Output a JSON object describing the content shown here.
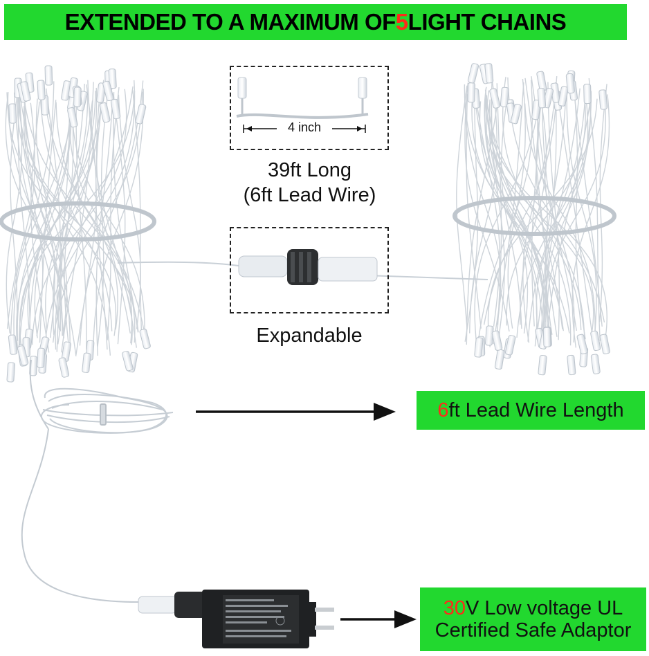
{
  "banner": {
    "text_before": "EXTENDED TO A MAXIMUM OF ",
    "highlight": "5",
    "text_after": " LIGHT CHAINS"
  },
  "spacing_box": {
    "measure_label": "4 inch"
  },
  "length_caption": {
    "line1": "39ft Long",
    "line2": "(6ft Lead Wire)"
  },
  "connector_caption": "Expandable",
  "lead_wire_callout": {
    "highlight": "6",
    "text": "ft Lead Wire Length"
  },
  "adaptor_callout": {
    "highlight": "30",
    "line1_text": "V Low voltage UL",
    "line2": "Certified Safe Adaptor"
  },
  "colors": {
    "banner_green": "#22d82f",
    "highlight_red": "#ff2a1a"
  },
  "icons": [
    "light-chain-bundle",
    "connector",
    "lead-wire-coil",
    "power-adaptor",
    "arrow"
  ]
}
